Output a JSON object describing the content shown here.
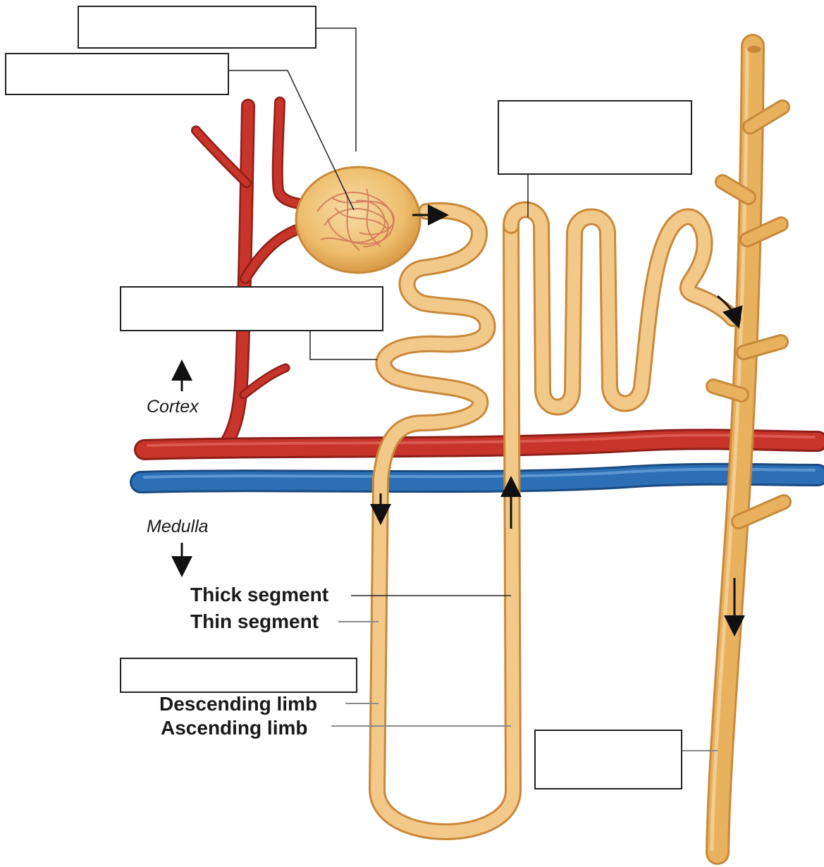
{
  "labels": {
    "cortex": "Cortex",
    "medulla": "Medulla",
    "thick_segment": "Thick segment",
    "thin_segment": "Thin segment",
    "descending_limb": "Descending limb",
    "ascending_limb": "Ascending limb"
  },
  "answer_boxes": [
    "",
    "",
    "",
    "",
    "",
    ""
  ],
  "colors": {
    "tubule_fill": "#e8b15e",
    "tubule_outline": "#c8893a",
    "artery": "#c8342a",
    "artery_outline": "#8e1f18",
    "vein": "#2c6fb5",
    "vein_outline": "#1b4a80",
    "capsule": "#efc27a"
  }
}
